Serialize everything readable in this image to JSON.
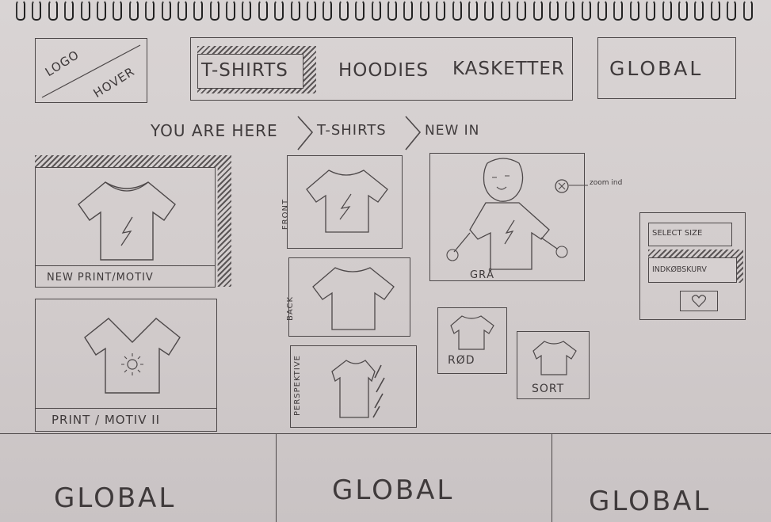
{
  "header": {
    "logo_line1": "LOGO",
    "logo_line2": "HOVER",
    "nav": [
      {
        "label": "T-SHIRTS",
        "active": true
      },
      {
        "label": "HOODIES",
        "active": false
      },
      {
        "label": "KASKETTER",
        "active": false
      }
    ],
    "global_label": "GLOBAL"
  },
  "breadcrumb": {
    "prefix": "YOU ARE HERE",
    "items": [
      "T-SHIRTS",
      "NEW IN"
    ]
  },
  "products": [
    {
      "caption": "NEW PRINT/MOTIV"
    },
    {
      "caption": "PRINT / MOTIV  II"
    }
  ],
  "views": [
    {
      "label": "FRONT"
    },
    {
      "label": "BACK"
    },
    {
      "label": "PERSPEKTIVE"
    }
  ],
  "model": {
    "caption": "GRÅ",
    "zoom_label": "zoom ind"
  },
  "colors": [
    {
      "label": "RØD"
    },
    {
      "label": "SORT"
    }
  ],
  "purchase": {
    "select_size": "SELECT SIZE",
    "cart_button": "INDKØBSKURV",
    "heart_icon": "heart-icon"
  },
  "footer": [
    "GLOBAL",
    "GLOBAL",
    "GLOBAL"
  ],
  "palette": {
    "pencil": "#4d4849",
    "paper": "#d5cfcf"
  }
}
